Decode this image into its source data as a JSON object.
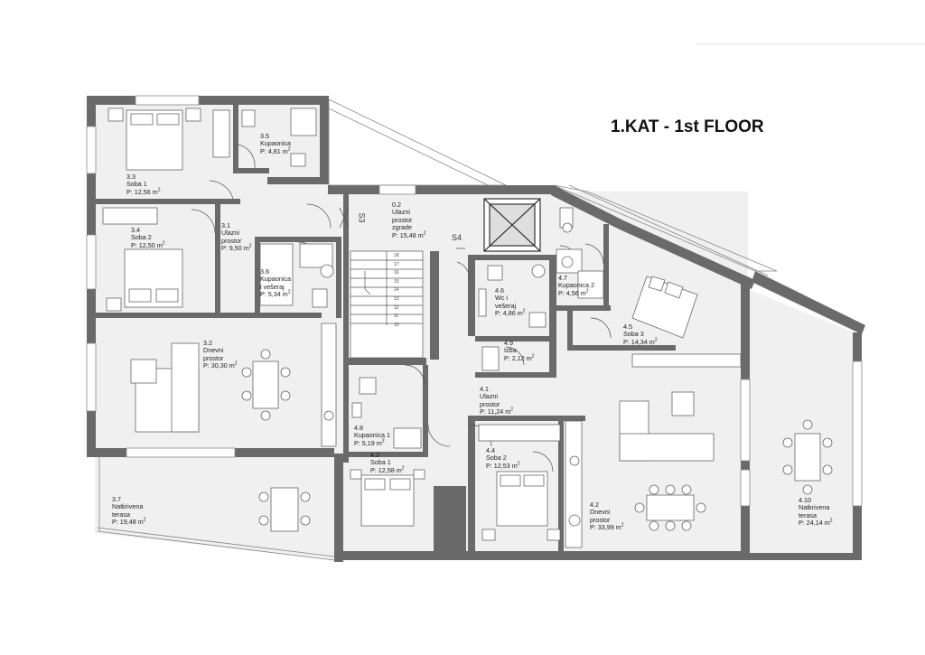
{
  "title": "1.KAT - 1st FLOOR",
  "markers": {
    "s3": "S3",
    "s4": "S4"
  },
  "stair_steps": [
    "18",
    "17",
    "16",
    "15",
    "14",
    "13",
    "12",
    "11",
    "10"
  ],
  "area_unit_sup": "2",
  "rooms": [
    {
      "num": "3.3",
      "name": [
        "Soba 1"
      ],
      "area": "P: 12,56 m"
    },
    {
      "num": "3.5",
      "name": [
        "Kupaonica"
      ],
      "area": "P: 4,81 m"
    },
    {
      "num": "3.4",
      "name": [
        "Soba 2"
      ],
      "area": "P: 12,50 m"
    },
    {
      "num": "3.1",
      "name": [
        "Ulazni",
        "prostor"
      ],
      "area": "P: 9,50 m"
    },
    {
      "num": "3.6",
      "name": [
        "Kupaonica",
        "i vešeraj"
      ],
      "area": "P: 5,34 m"
    },
    {
      "num": "3.2",
      "name": [
        "Dnevni",
        "prostor"
      ],
      "area": "P: 30,30 m"
    },
    {
      "num": "3.7",
      "name": [
        "Natkrivena",
        "terasa"
      ],
      "area": "P: 19,48 m"
    },
    {
      "num": "0.2",
      "name": [
        "Ulazni",
        "prostor",
        "zgrade"
      ],
      "area": "P: 15,48 m"
    },
    {
      "num": "4.6",
      "name": [
        "Wc i",
        "vešeraj"
      ],
      "area": "P: 4,86 m"
    },
    {
      "num": "4.7",
      "name": [
        "Kupaonica 2"
      ],
      "area": "P: 4,56 m"
    },
    {
      "num": "4.5",
      "name": [
        "Soba 3"
      ],
      "area": "P: 14,34 m"
    },
    {
      "num": "4.9",
      "name": [
        "Izba"
      ],
      "area": "P: 2,12 m"
    },
    {
      "num": "4.1",
      "name": [
        "Ulazni",
        "prostor"
      ],
      "area": "P: 11,24 m"
    },
    {
      "num": "4.8",
      "name": [
        "Kupaonica 1"
      ],
      "area": "P: 5,19 m"
    },
    {
      "num": "4.3",
      "name": [
        "Soba 1"
      ],
      "area": "P: 12,58 m"
    },
    {
      "num": "4.4",
      "name": [
        "Soba 2"
      ],
      "area": "P: 12,53 m"
    },
    {
      "num": "4.2",
      "name": [
        "Dnevni",
        "prostor"
      ],
      "area": "P: 33,99 m"
    },
    {
      "num": "4.10",
      "name": [
        "Natkrivena",
        "terasa"
      ],
      "area": "P: 24,14 m"
    }
  ]
}
